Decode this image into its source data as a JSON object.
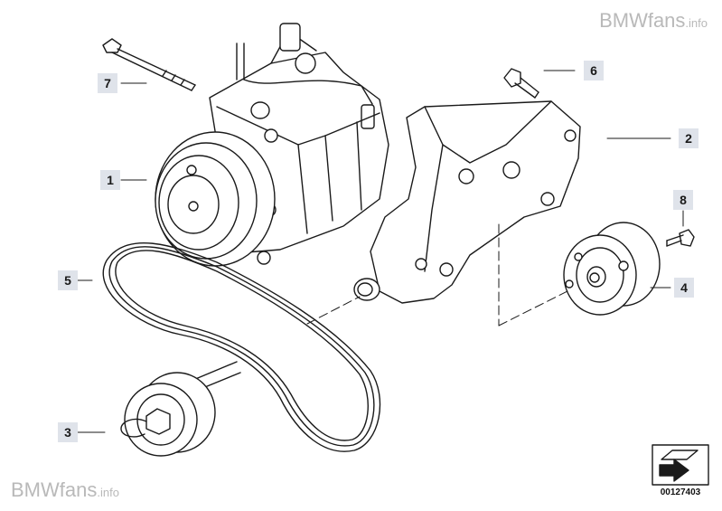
{
  "watermark": {
    "brand": "BMWfans",
    "suffix": ".info"
  },
  "callouts": [
    {
      "id": "c1",
      "label": "1"
    },
    {
      "id": "c2",
      "label": "2"
    },
    {
      "id": "c3",
      "label": "3"
    },
    {
      "id": "c4",
      "label": "4"
    },
    {
      "id": "c5",
      "label": "5"
    },
    {
      "id": "c6",
      "label": "6"
    },
    {
      "id": "c7",
      "label": "7"
    },
    {
      "id": "c8",
      "label": "8"
    }
  ],
  "diagram_number": "00127403",
  "colors": {
    "line": "#1a1a1a",
    "callout_bg": "#dfe3ea",
    "watermark": "#b9b9b9"
  }
}
